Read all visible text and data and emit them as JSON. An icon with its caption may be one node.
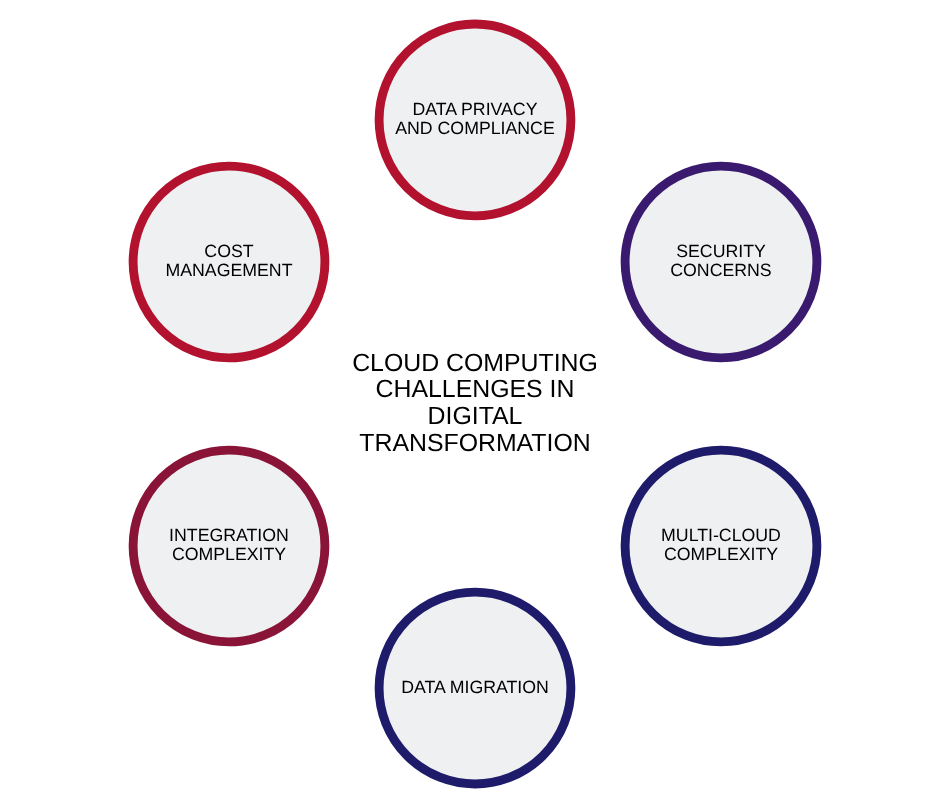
{
  "diagram": {
    "nodes": [
      {
        "text": [
          "SECURITY CONCERNS"
        ]
      },
      {
        "text": [
          "DATA PRIVACY AND COMPLIANCE"
        ]
      },
      {
        "text": [
          "COST MANAGEMENT"
        ]
      },
      {
        "text": [
          "INTEGRATION COMPLEXITY"
        ]
      },
      {
        "text": [
          "DATA MIGRATION"
        ]
      },
      {
        "text": [
          "MULTI-CLOUD COMPLEXITY"
        ]
      }
    ],
    "labels": [
      "CLOUD COMPUTING CHALLENGES IN DIGITAL TRANSFORMATION"
    ]
  }
}
